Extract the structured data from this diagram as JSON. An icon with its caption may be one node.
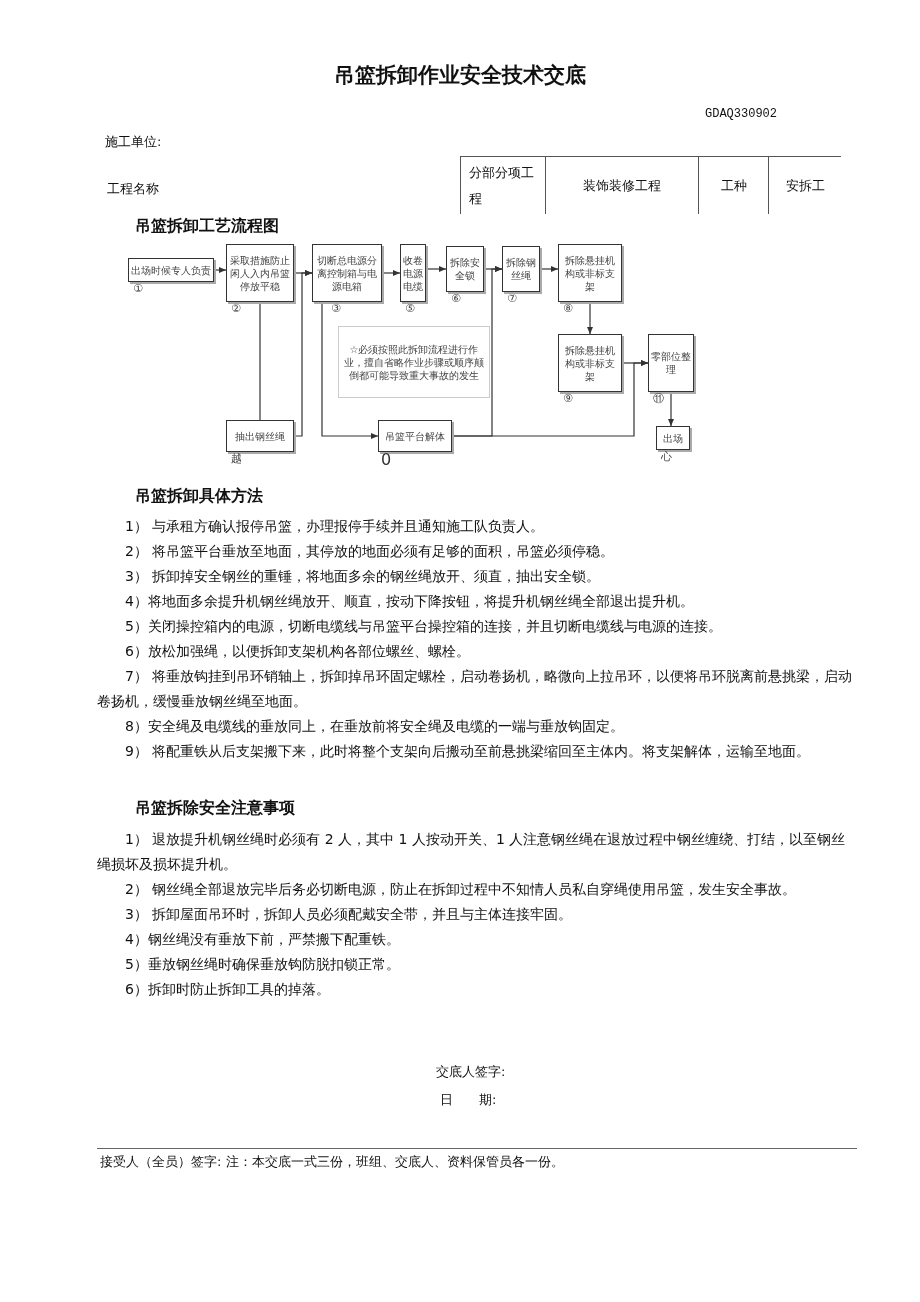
{
  "diagram": {
    "title": "吊篮拆卸作业安全技术交底",
    "nodes": [
      {
        "text": [
          "出场时候专人负责"
        ],
        "beside": [
          "①"
        ]
      },
      {
        "text": [
          "采取措施防止闲人入内吊篮停放平稳"
        ],
        "beside": [
          "②"
        ]
      },
      {
        "text": [
          "切断总电源分离控制箱与电源电箱"
        ],
        "beside": [
          "③"
        ]
      },
      {
        "text": [
          "收卷电源电缆"
        ],
        "beside": [
          "⑤"
        ]
      },
      {
        "text": [
          "拆除安全锁"
        ],
        "beside": [
          "⑥"
        ]
      },
      {
        "text": [
          "拆除钢丝绳"
        ],
        "beside": [
          "⑦"
        ]
      },
      {
        "text": [
          "拆除悬挂机构或非标支架"
        ],
        "beside": [
          "⑧"
        ]
      },
      {
        "text": [
          "☆必须按照此拆卸流程进行作业，擅自省略作业步骤或顺序颠倒都可能导致重大事故的发生"
        ]
      },
      {
        "text": [
          "拆除悬挂机构或非标支架"
        ],
        "beside": [
          "⑨"
        ]
      },
      {
        "text": [
          "零部位整理"
        ],
        "beside": [
          "⑪"
        ]
      },
      {
        "text": [
          "抽出钢丝绳"
        ],
        "beside": [
          "越"
        ]
      },
      {
        "text": [
          "吊篮平台解体"
        ],
        "beside": [
          "0"
        ]
      },
      {
        "text": [
          "出场"
        ],
        "beside": [
          "心"
        ]
      }
    ],
    "edges": [
      {
        "from": 0,
        "to": 1,
        "arrow": "to"
      },
      {
        "from": 1,
        "to": 2,
        "arrow": "to"
      },
      {
        "from": 1,
        "to": 10,
        "arrow": "none"
      },
      {
        "from": 10,
        "to": 2,
        "arrow": "to"
      },
      {
        "from": 2,
        "to": 3,
        "arrow": "to"
      },
      {
        "from": 3,
        "to": 4,
        "arrow": "to"
      },
      {
        "from": 4,
        "to": 5,
        "arrow": "to"
      },
      {
        "from": 5,
        "to": 6,
        "arrow": "to"
      },
      {
        "from": 6,
        "to": 8,
        "arrow": "to"
      },
      {
        "from": 8,
        "to": 9,
        "arrow": "to"
      },
      {
        "from": 9,
        "to": 12,
        "arrow": "to"
      },
      {
        "from": 2,
        "to": 11,
        "arrow": "to"
      },
      {
        "from": 11,
        "to": 5,
        "arrow": "to"
      },
      {
        "from": 11,
        "to": 9,
        "arrow": "to"
      }
    ],
    "labels": [
      "GDAQ330902",
      "施工单位:",
      "工程名称",
      "分部分项工程",
      "装饰装修工程",
      "工种",
      "安拆工",
      "吊篮拆卸工艺流程图",
      "吊篮拆卸具体方法",
      "1） 与承租方确认报停吊篮，办理报停手续并且通知施工队负责人。",
      "2） 将吊篮平台垂放至地面，其停放的地面必须有足够的面积，吊篮必须停稳。",
      "3） 拆卸掉安全钢丝的重锤，将地面多余的钢丝绳放开、须直，抽出安全锁。",
      "4）将地面多余提升机钢丝绳放开、顺直，按动下降按钮，将提升机钢丝绳全部退出提升机。",
      "5）关闭操控箱内的电源，切断电缆线与吊篮平台操控箱的连接，并且切断电缆线与电源的连接。",
      "6）放松加强绳，以便拆卸支架机构各部位螺丝、螺栓。",
      "7） 将垂放钩挂到吊环销轴上，拆卸掉吊环固定螺栓，启动卷扬机，略微向上拉吊环，以便将吊环脱离前悬挑梁，启动卷扬机，缓慢垂放钢丝绳至地面。",
      "8）安全绳及电缆线的垂放同上，在垂放前将安全绳及电缆的一端与垂放钩固定。",
      "9） 将配重铁从后支架搬下来，此时将整个支架向后搬动至前悬挑梁缩回至主体内。将支架解体，运输至地面。",
      "吊篮拆除安全注意事项",
      "1） 退放提升机钢丝绳时必须有 2 人，其中 1 人按动开关、1 人注意钢丝绳在退放过程中钢丝缠绕、打结，以至钢丝绳损坏及损坏提升机。",
      "2） 钢丝绳全部退放完毕后务必切断电源，防止在拆卸过程中不知情人员私自穿绳使用吊篮，发生安全事故。",
      "3） 拆卸屋面吊环时，拆卸人员必须配戴安全带，并且与主体连接牢固。",
      "4）钢丝绳没有垂放下前，严禁搬下配重铁。",
      "5）垂放钢丝绳时确保垂放钩防脱扣锁正常。",
      "6）拆卸时防止拆卸工具的掉落。",
      "交底人签字:",
      "日　　期:",
      "接受人（全员）签字: 注：本交底一式三份，班组、交底人、资料保管员各一份。"
    ]
  }
}
